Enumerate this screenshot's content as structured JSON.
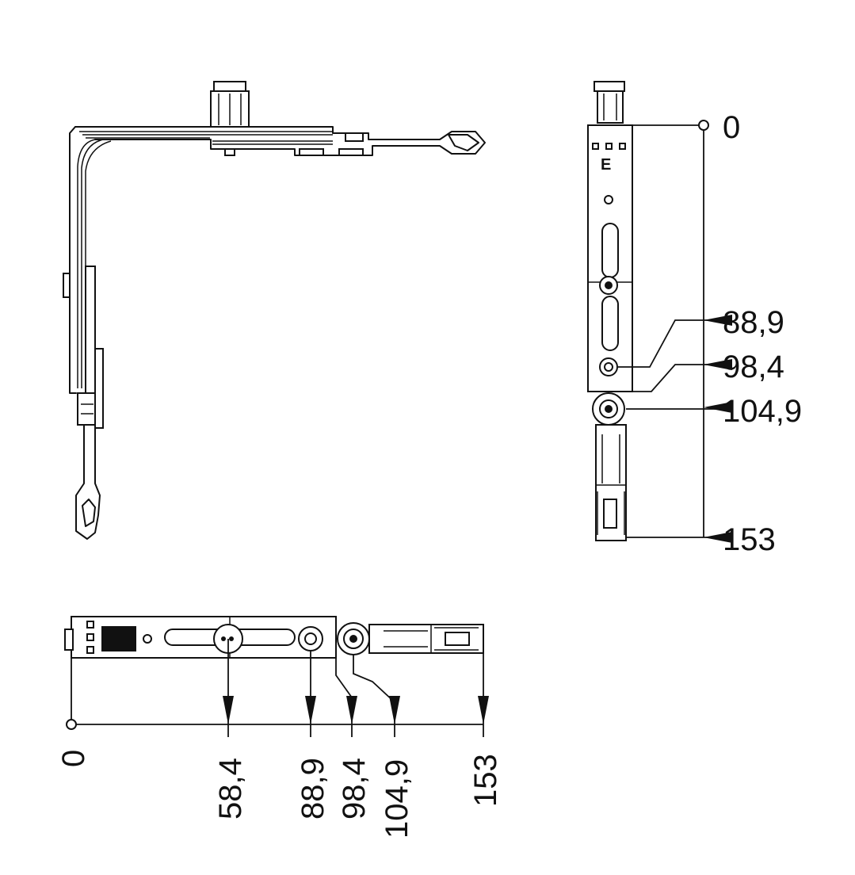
{
  "drawing": {
    "marker_label": "E",
    "vertical_dimensions": {
      "origin": "0",
      "d1": "88,9",
      "d2": "98,4",
      "d3": "104,9",
      "end": "153"
    },
    "horizontal_dimensions": {
      "origin": "0",
      "d0": "58,4",
      "d1": "88,9",
      "d2": "98,4",
      "d3": "104,9",
      "end": "153"
    }
  }
}
